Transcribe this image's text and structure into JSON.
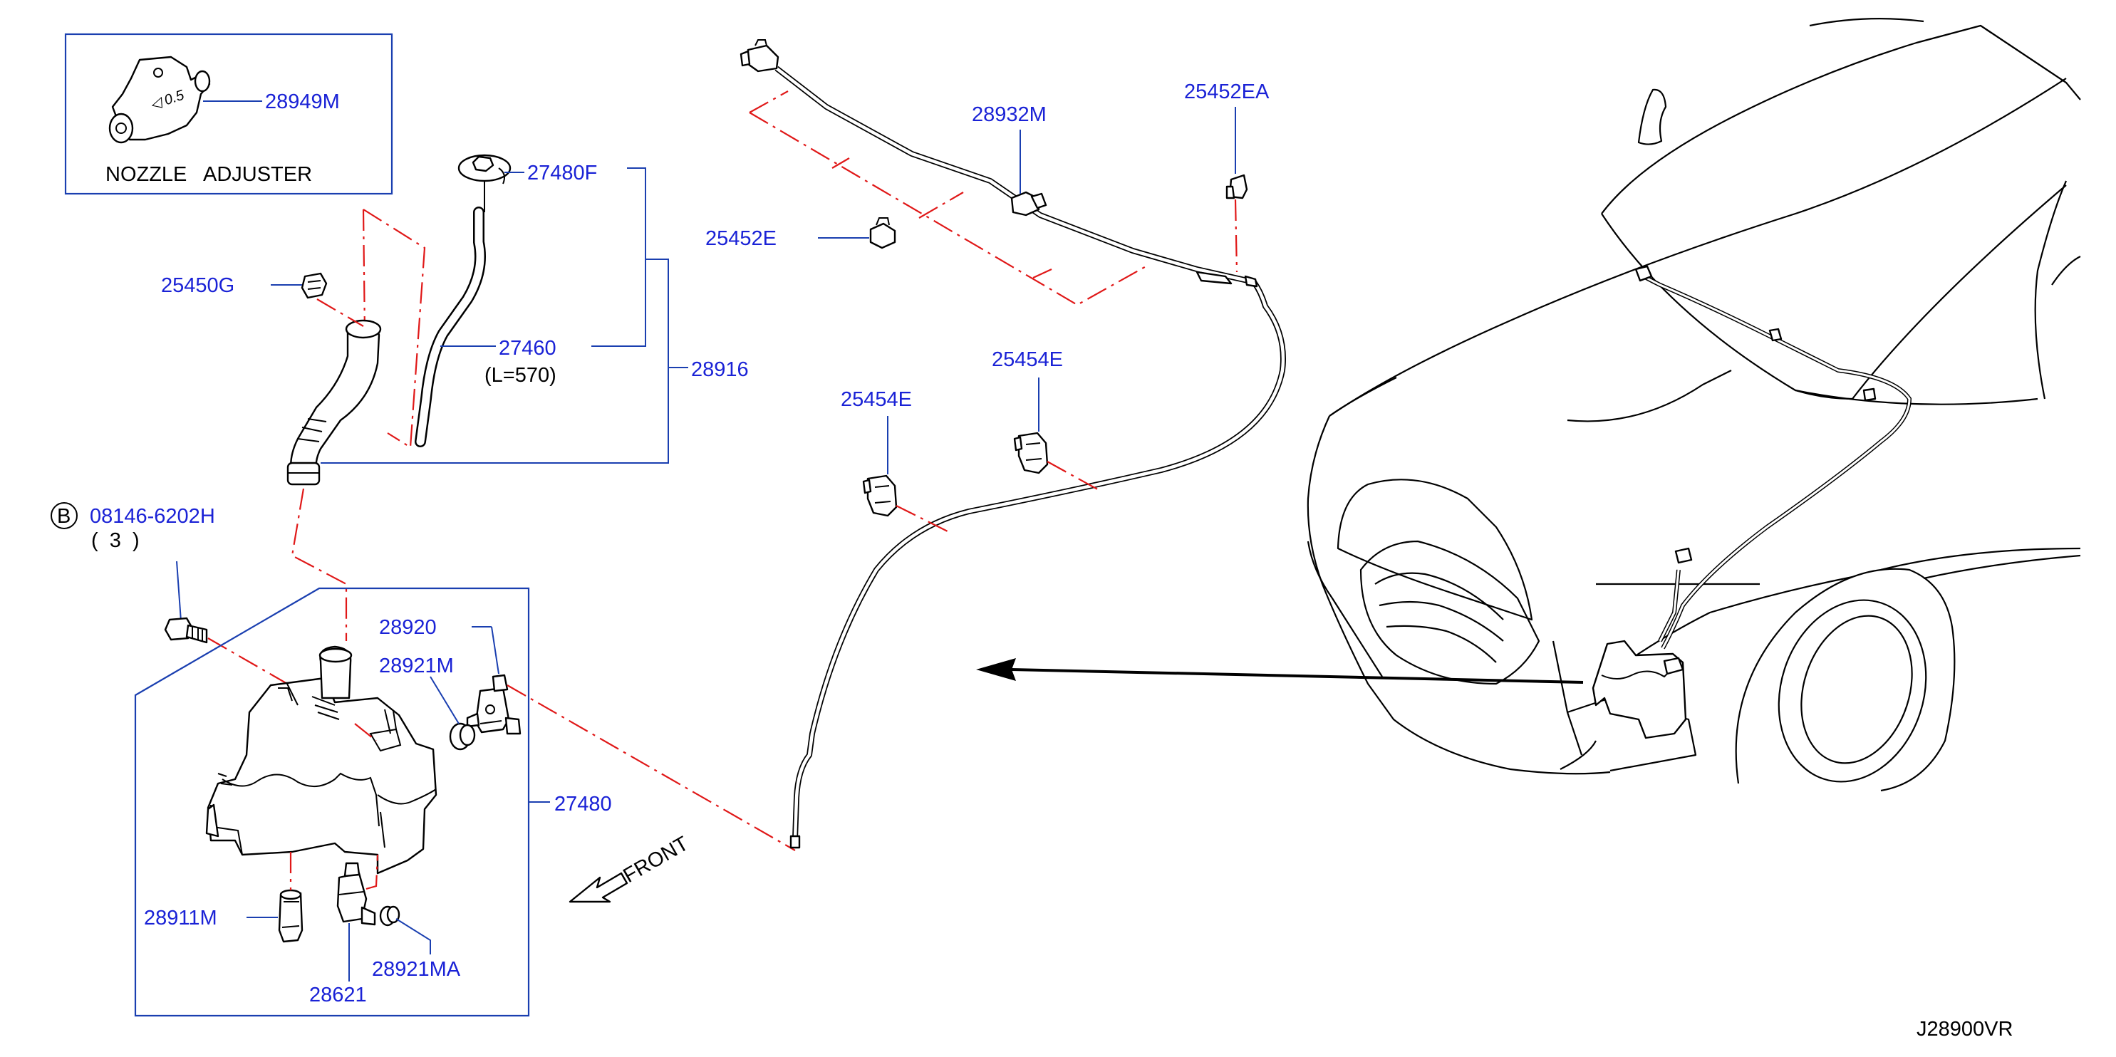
{
  "diagram_id": "J28900VR",
  "inset": {
    "caption": "NOZZLE   ADJUSTER",
    "part": "28949M"
  },
  "parts": {
    "p27480F": "27480F",
    "p25450G": "25450G",
    "p27460": "27460",
    "p27460_len": "(L=570)",
    "p28916": "28916",
    "p08146_num": "08146-6202H",
    "p08146_prefix": "B",
    "p08146_qty": "(  3  )",
    "p28920": "28920",
    "p28921M": "28921M",
    "p27480": "27480",
    "p28911M": "28911M",
    "p28621": "28621",
    "p28921MA": "28921MA",
    "p28932M": "28932M",
    "p25452EA": "25452EA",
    "p25452E": "25452E",
    "p25454E_upper": "25454E",
    "p25454E_lower": "25454E"
  },
  "front_label": "FRONT",
  "colors": {
    "part_label": "#1a22d6",
    "leader_line": "#1a3fb0",
    "phantom_line": "#e01818",
    "drawing": "#000000",
    "background": "#ffffff"
  }
}
